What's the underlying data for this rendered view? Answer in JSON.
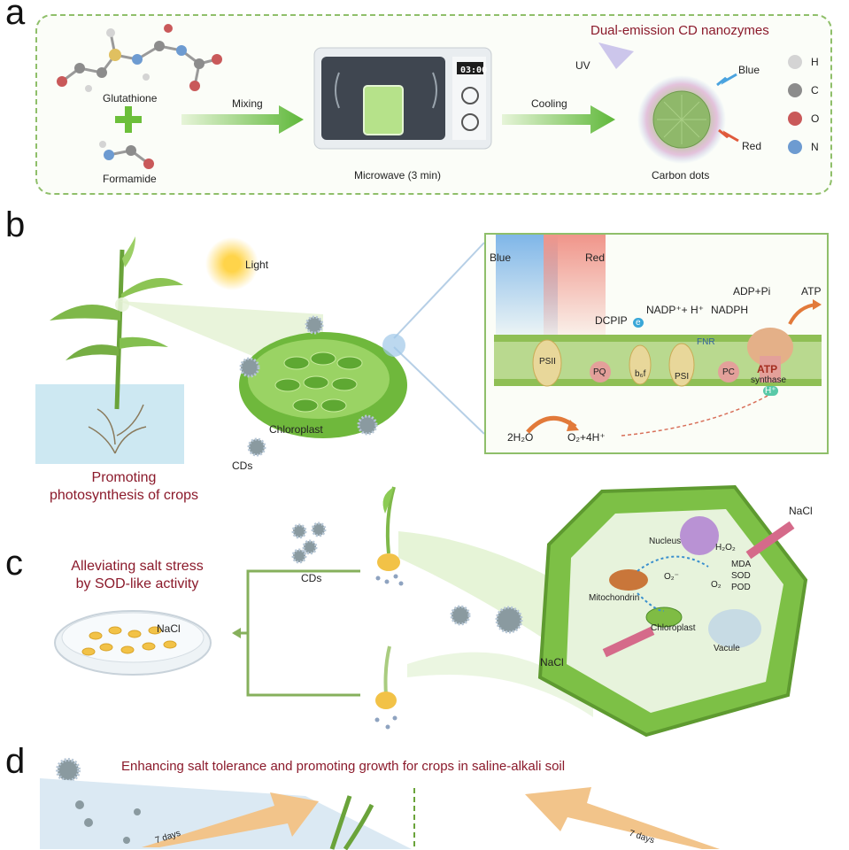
{
  "panel_a": {
    "letter": "a",
    "title": "Dual-emission CD nanozymes",
    "glutathione": "Glutathione",
    "formamide": "Formamide",
    "mixing": "Mixing",
    "microwave": "Microwave (3 min)",
    "timer": "03:00",
    "cooling": "Cooling",
    "uv": "UV",
    "blue": "Blue",
    "red": "Red",
    "carbon_dots": "Carbon dots",
    "legend": [
      {
        "symbol": "H",
        "color": "#d4d4d4"
      },
      {
        "symbol": "C",
        "color": "#8c8c8c"
      },
      {
        "symbol": "O",
        "color": "#c9595a"
      },
      {
        "symbol": "N",
        "color": "#6d9bd1"
      }
    ]
  },
  "panel_b": {
    "letter": "b",
    "light": "Light",
    "chloroplast": "Chloroplast",
    "cds": "CDs",
    "caption_line1": "Promoting",
    "caption_line2": "photosynthesis of crops",
    "inset": {
      "blue": "Blue",
      "red": "Red",
      "dcpip": "DCPIP",
      "nadp": "NADP⁺+ H⁺",
      "nadph": "NADPH",
      "adp": "ADP+Pi",
      "atp": "ATP",
      "fnr": "FNR",
      "psii": "PSII",
      "pq": "PQ",
      "b6f": "b₆f",
      "psi": "PSI",
      "pc": "PC",
      "atp_synthase_1": "ATP",
      "atp_synthase_2": "synthase",
      "h_plus": "H⁺",
      "water": "2H₂O",
      "oxygen": "O₂+4H⁺",
      "e": "e"
    }
  },
  "panel_c": {
    "letter": "c",
    "title_line1": "Alleviating salt stress",
    "title_line2": "by SOD-like activity",
    "cds": "CDs",
    "nacl_dish": "NaCl",
    "nacl_top": "NaCl",
    "nacl_bottom": "NaCl",
    "nucleus": "Nucleus",
    "h2o2": "H₂O₂",
    "o2minus": "O₂⁻",
    "o2": "O₂",
    "mda": "MDA",
    "sod": "SOD",
    "pod": "POD",
    "mitochondrin": "Mitochondrin",
    "chloroplast": "Chloroplast",
    "vacule": "Vacule"
  },
  "panel_d": {
    "letter": "d",
    "title": "Enhancing salt tolerance and promoting growth for crops in saline-alkali soil",
    "days_left": "7 days",
    "days_right": "7 days"
  }
}
